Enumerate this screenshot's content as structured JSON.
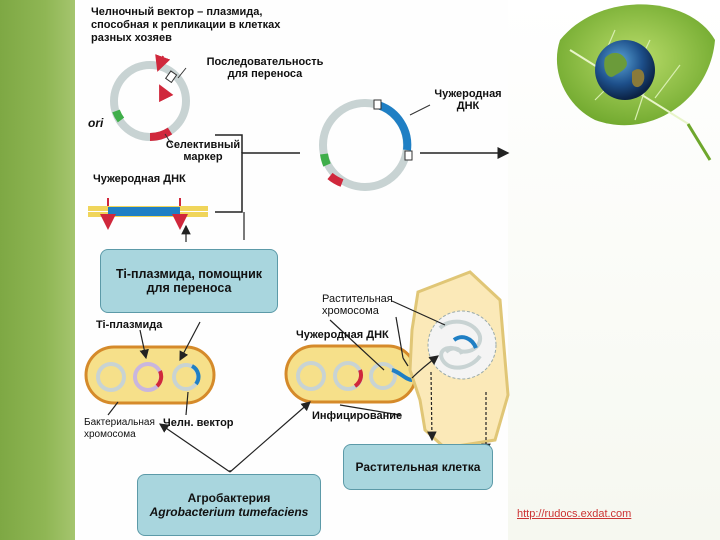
{
  "labels": {
    "shuttle_title": "Челночный вектор – плазмида, способная к репликации в клетках разных хозяев",
    "transfer_seq": "Последовательность для переноса",
    "ori": "ori",
    "selective_marker": "Селективный маркер",
    "foreign_dna_top": "Чужеродная ДНК",
    "foreign_dna_mid": "Чужеродная ДНК",
    "foreign_dna_right": "Чужеродная ДНК",
    "ti_plasmid": "Ti-плазмида",
    "plant_chromosome": "Растительная хромосома",
    "bacterial_chromosome": "Бактериальная хромосома",
    "shuttle_vector": "Челн. вектор",
    "infection": "Инфицирование"
  },
  "boxes": {
    "ti_helper": "Ti-плазмида, помощник для переноса",
    "plant_cell": "Растительная клетка",
    "agro_line1": "Агробактерия",
    "agro_line2": "Agrobacterium tumefaciens"
  },
  "footer": {
    "url": "http://rudocs.exdat.com"
  },
  "colors": {
    "box_fill": "#a9d6de",
    "ring": "#c8d3d3",
    "blue_segment": "#1f7fc4",
    "red_marker": "#d0283c",
    "green_ori": "#3fae4a",
    "bacterium_fill": "#f6e08a",
    "plant_cell_fill": "#fbe9b8"
  }
}
